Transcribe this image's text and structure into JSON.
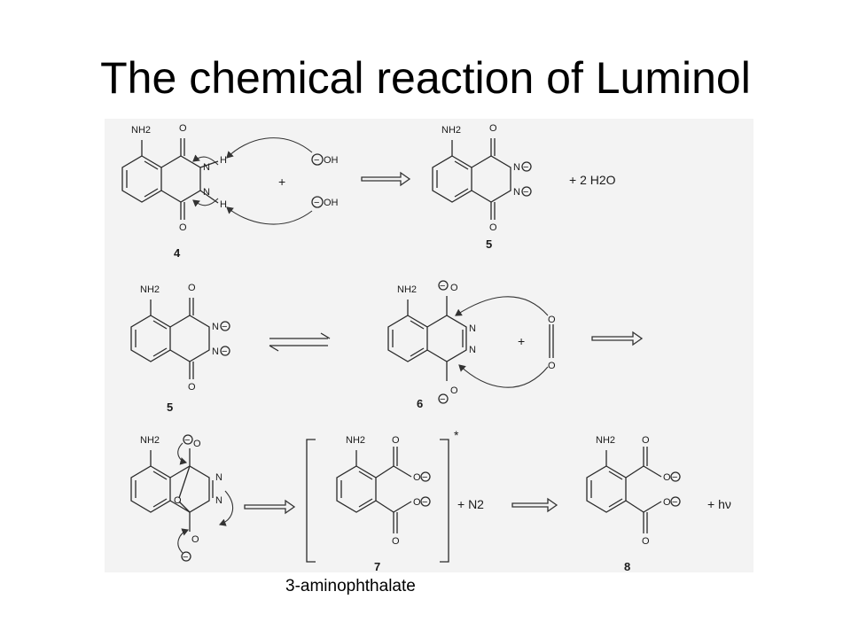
{
  "title": "The chemical reaction of Luminol",
  "caption": "3-aminophthalate",
  "labels": {
    "amine": "NH2",
    "oxygen": "O",
    "nitrogen": "N",
    "hydrogen": "H",
    "hydroxide": "OH",
    "minus": "−",
    "plus": "+",
    "water": "+ 2 H2O",
    "nitrogen_gas": "+ N2",
    "light": "+ hν",
    "excited": "*"
  },
  "compounds": [
    "4",
    "5",
    "5",
    "6",
    "7",
    "8"
  ],
  "colors": {
    "background": "#ffffff",
    "panel": "#f3f3f3",
    "ink": "#1a1a1a"
  }
}
